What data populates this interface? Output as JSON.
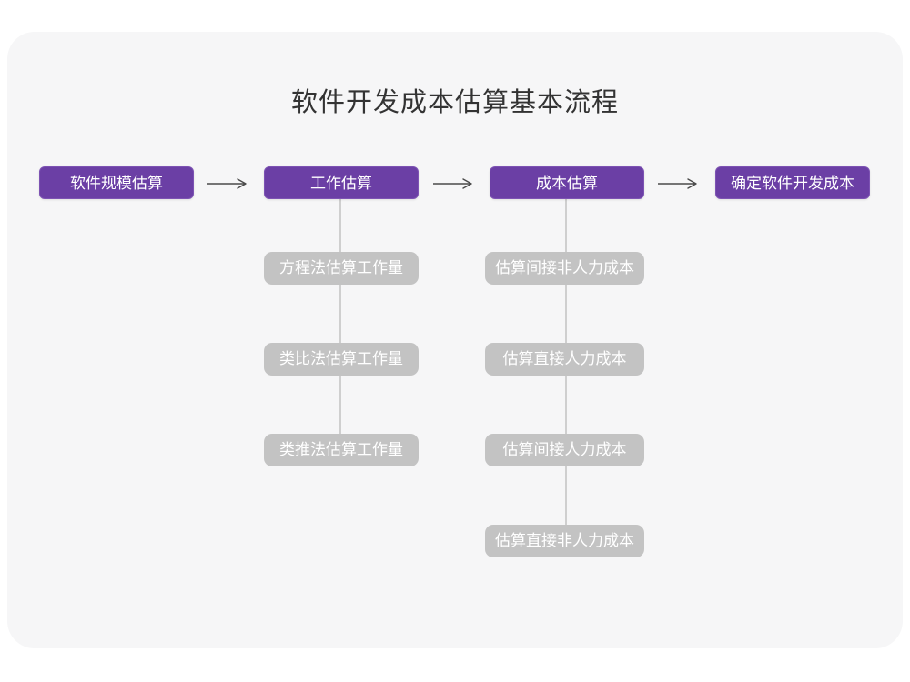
{
  "title": "软件开发成本估算基本流程",
  "flow": {
    "stages": [
      {
        "id": "software-scale-estimation",
        "label": "软件规模估算"
      },
      {
        "id": "effort-estimation",
        "label": "工作估算",
        "children": [
          {
            "label": "方程法估算工作量"
          },
          {
            "label": "类比法估算工作量"
          },
          {
            "label": "类推法估算工作量"
          }
        ]
      },
      {
        "id": "cost-estimation",
        "label": "成本估算",
        "children": [
          {
            "label": "估算间接非人力成本"
          },
          {
            "label": "估算直接人力成本"
          },
          {
            "label": "估算间接人力成本"
          },
          {
            "label": "估算直接非人力成本"
          }
        ]
      },
      {
        "id": "determine-software-dev-cost",
        "label": "确定软件开发成本"
      }
    ],
    "arrow_icon": "right-arrow"
  },
  "colors": {
    "accent_purple": "#6b3fa5",
    "accent_purple_border": "#7d53b3",
    "node_gray": "#c3c3c3",
    "node_text": "#ffffff",
    "canvas_bg": "#f6f6f7",
    "page_bg": "#ffffff",
    "connector_line": "#cfcfcf",
    "arrow_stroke": "#4a4a4a",
    "title_text": "#333333"
  }
}
